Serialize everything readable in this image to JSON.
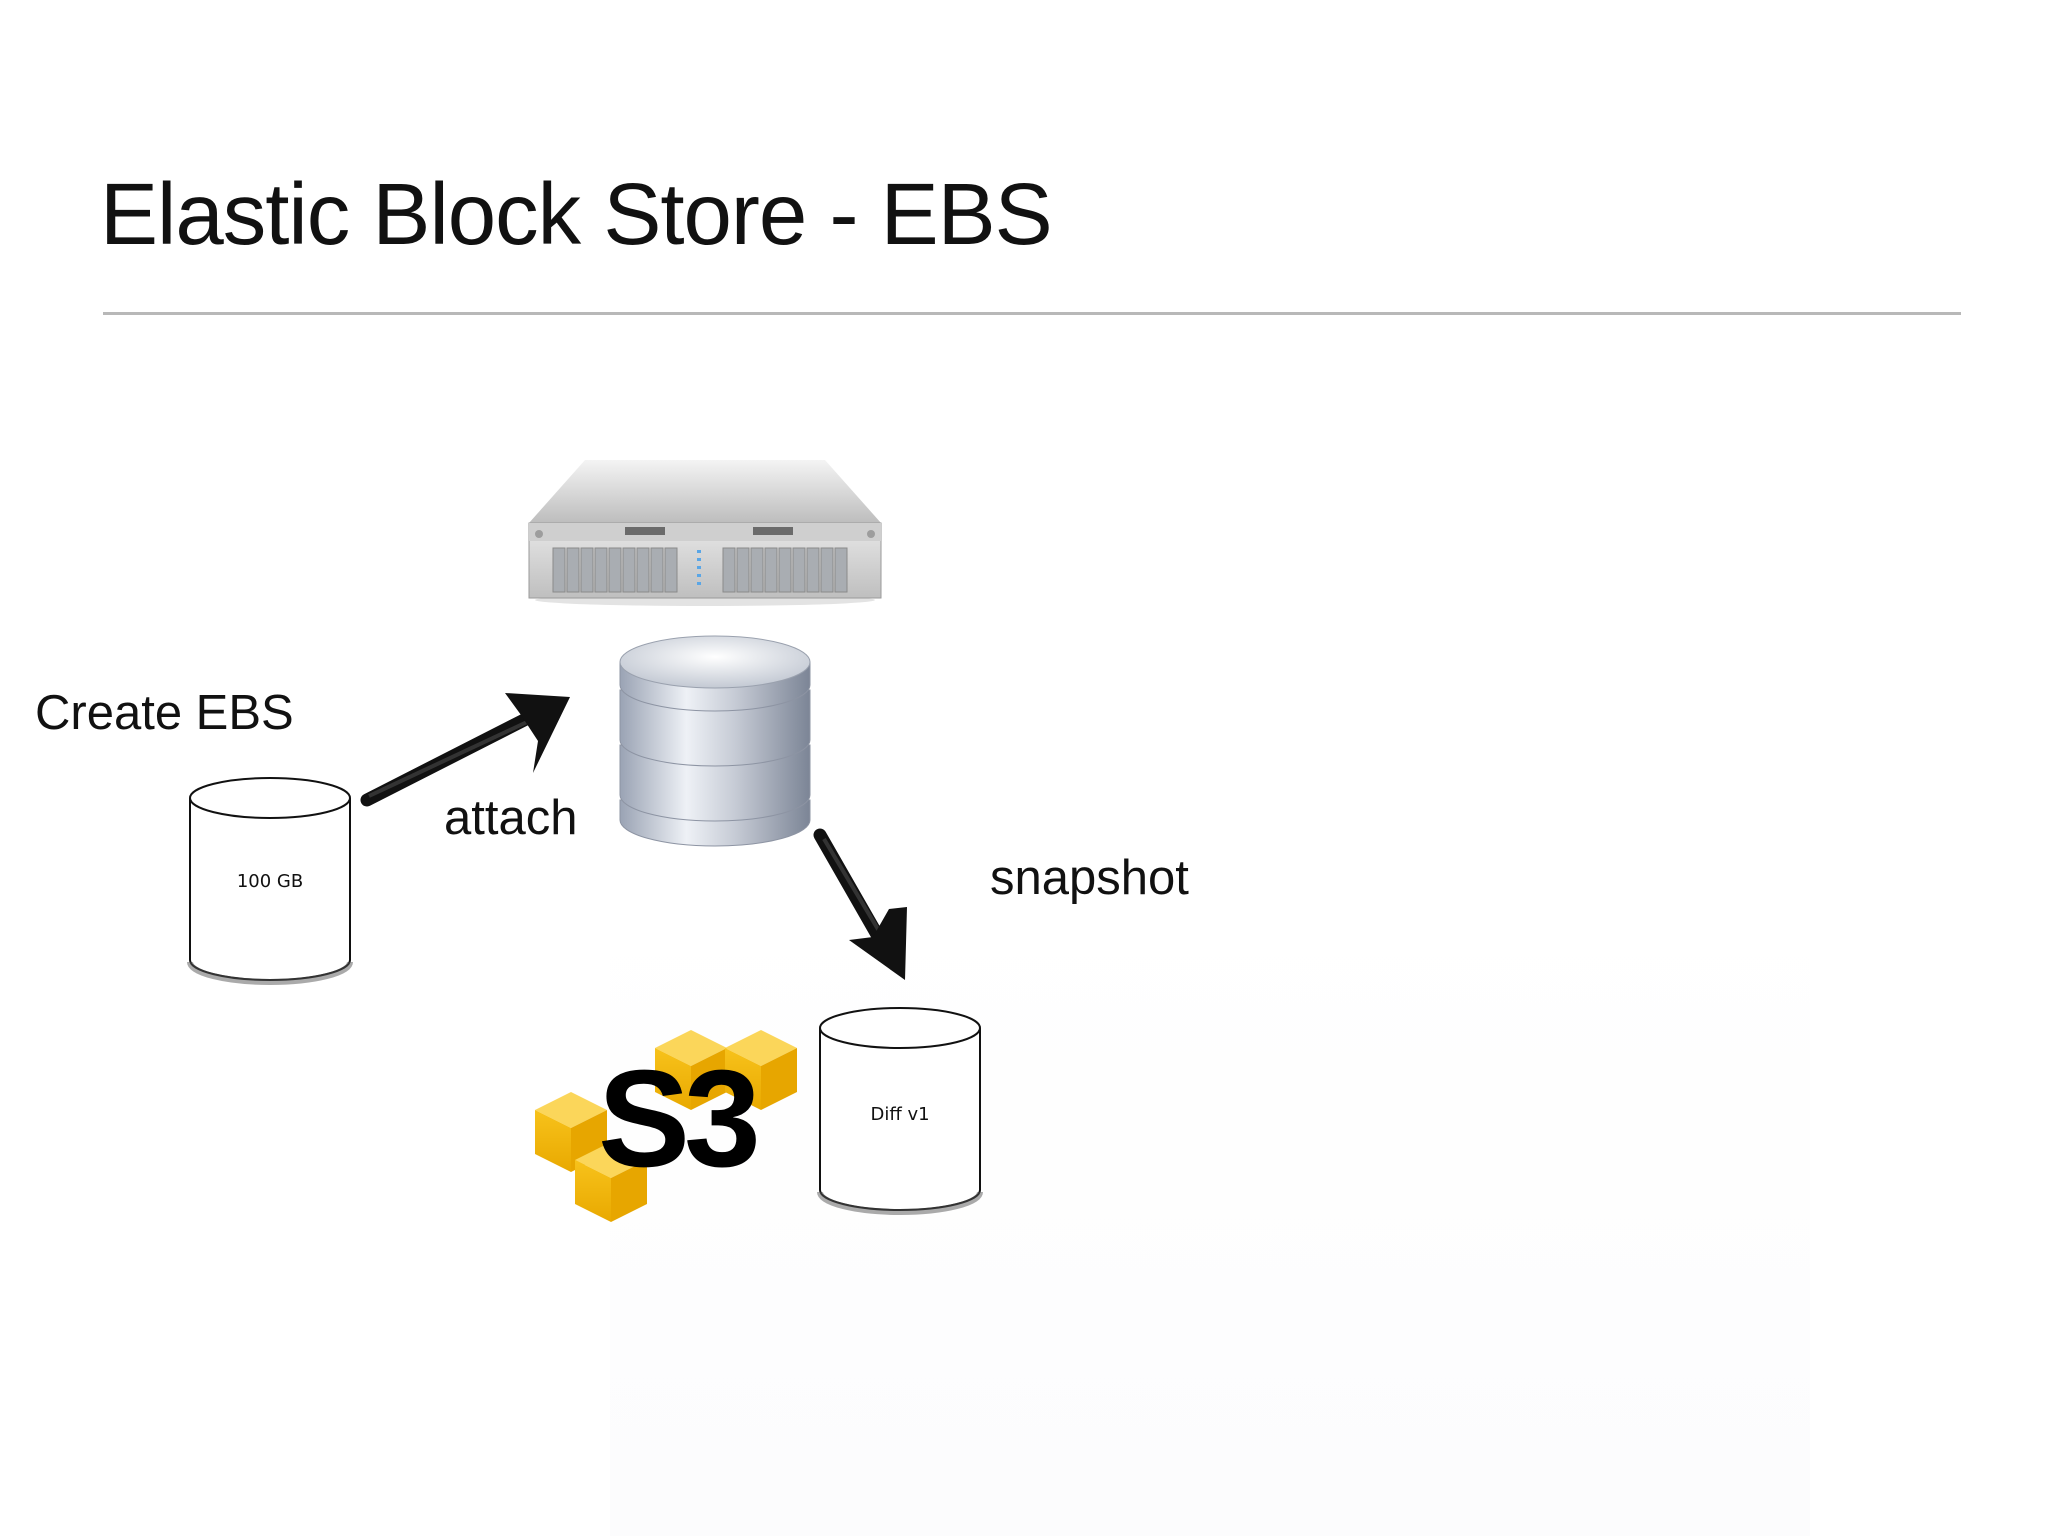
{
  "slide": {
    "title": "Elastic Block Store - EBS"
  },
  "diagram": {
    "create_label": "Create EBS",
    "attach_label": "attach",
    "snapshot_label": "snapshot",
    "volume_label": "100 GB",
    "diff_label": "Diff v1",
    "s3_logo_text": "S3"
  },
  "colors": {
    "text": "#111111",
    "rule": "#b8b8b8",
    "s3_cube": "#f5b800",
    "server": "#d9dadb"
  },
  "icons": [
    "server-icon",
    "database-icon",
    "arrow-icon",
    "s3-cubes-icon",
    "cylinder-icon"
  ]
}
